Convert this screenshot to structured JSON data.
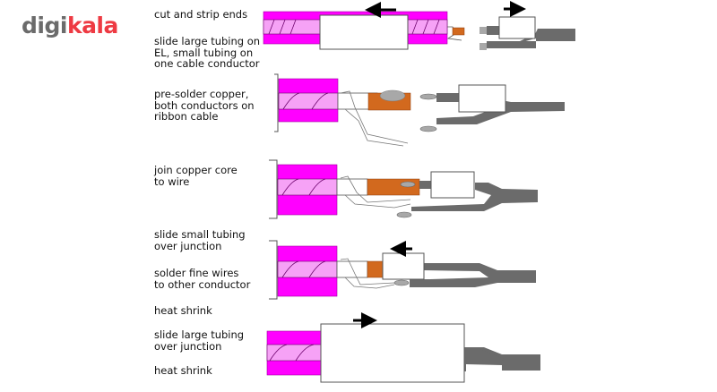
{
  "brand": {
    "part1": "digi",
    "part2": "kala",
    "color_gray": "#6b6b6b",
    "color_red": "#ee3a43"
  },
  "colors": {
    "jacket": "#ff00ff",
    "inner": "#f6a2f6",
    "copper": "#d2691e",
    "wire": "#6b6b6b",
    "tube": "#ffffff",
    "solder": "#a8a8a8"
  },
  "labels": [
    "cut and strip ends",
    "slide large tubing on\nEL, small tubing on\none cable conductor",
    "pre-solder copper,\nboth conductors on\nribbon cable",
    "join copper core\nto wire",
    "slide small tubing\nover junction",
    "solder fine wires\nto other conductor",
    "heat shrink",
    "slide large tubing\nover junction",
    "heat shrink"
  ],
  "steps": [
    {
      "name": "strip",
      "arrow_large": "left",
      "arrow_small": "right"
    },
    {
      "name": "presolder"
    },
    {
      "name": "join"
    },
    {
      "name": "small-tube",
      "arrow": "left"
    },
    {
      "name": "large-tube",
      "arrow": "right"
    }
  ]
}
